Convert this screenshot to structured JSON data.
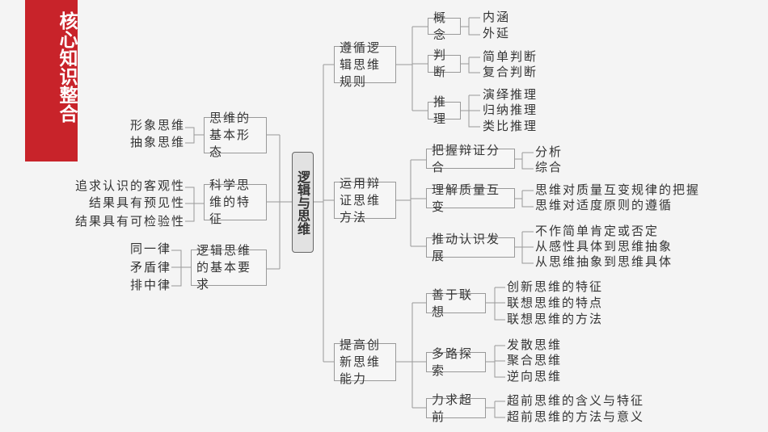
{
  "banner": "核心知识整合",
  "center": "逻辑与思维",
  "left": [
    {
      "label": "思维的基本形态",
      "leaves": [
        "形象思维",
        "抽象思维"
      ]
    },
    {
      "label": "科学思维的特征",
      "leaves": [
        "追求认识的客观性",
        "结果具有预见性",
        "结果具有可检验性"
      ]
    },
    {
      "label": "逻辑思维的基本要求",
      "leaves": [
        "同一律",
        "矛盾律",
        "排中律"
      ]
    }
  ],
  "right": [
    {
      "label": "遵循逻辑思维规则",
      "children": [
        {
          "label": "概念",
          "leaves": [
            "内涵",
            "外延"
          ]
        },
        {
          "label": "判断",
          "leaves": [
            "简单判断",
            "复合判断"
          ]
        },
        {
          "label": "推理",
          "leaves": [
            "演绎推理",
            "归纳推理",
            "类比推理"
          ]
        }
      ]
    },
    {
      "label": "运用辩证思维方法",
      "children": [
        {
          "label": "把握辩证分合",
          "leaves": [
            "分析",
            "综合"
          ]
        },
        {
          "label": "理解质量互变",
          "leaves": [
            "思维对质量互变规律的把握",
            "思维对适度原则的遵循"
          ]
        },
        {
          "label": "推动认识发展",
          "leaves": [
            "不作简单肯定或否定",
            "从感性具体到思维抽象",
            "从思维抽象到思维具体"
          ]
        }
      ]
    },
    {
      "label": "提高创新思维能力",
      "children": [
        {
          "label": "善于联想",
          "leaves": [
            "创新思维的特征",
            "联想思维的特点",
            "联想思维的方法"
          ]
        },
        {
          "label": "多路探索",
          "leaves": [
            "发散思维",
            "聚合思维",
            "逆向思维"
          ]
        },
        {
          "label": "力求超前",
          "leaves": [
            "超前思维的含义与特征",
            "超前思维的方法与意义"
          ]
        }
      ]
    }
  ]
}
